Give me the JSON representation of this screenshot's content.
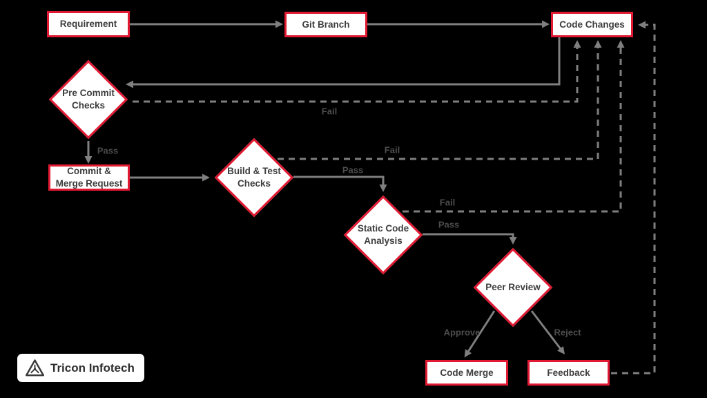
{
  "colors": {
    "background": "#000000",
    "node_border": "#e11932",
    "node_fill": "#ffffff",
    "node_text": "#3d3d3d",
    "connector": "#7f7f7f",
    "edge_label_text": "#4d4d4d",
    "logo_bg": "#ffffff",
    "logo_text": "#2e2e2e"
  },
  "nodes": {
    "requirement": {
      "label": "Requirement",
      "shape": "rectangle"
    },
    "git_branch": {
      "label": "Git Branch",
      "shape": "rectangle"
    },
    "code_changes": {
      "label": "Code Changes",
      "shape": "rectangle"
    },
    "pre_commit_checks": {
      "label": "Pre Commit Checks",
      "shape": "diamond"
    },
    "commit_merge_request": {
      "label": "Commit & Merge Request",
      "shape": "rectangle"
    },
    "build_test_checks": {
      "label": "Build & Test Checks",
      "shape": "diamond"
    },
    "static_code_analysis": {
      "label": "Static Code Analysis",
      "shape": "diamond"
    },
    "peer_review": {
      "label": "Peer Review",
      "shape": "diamond"
    },
    "code_merge": {
      "label": "Code Merge",
      "shape": "rectangle"
    },
    "feedback": {
      "label": "Feedback",
      "shape": "rectangle"
    }
  },
  "edge_labels": {
    "pass": "Pass",
    "fail": "Fail",
    "approve": "Approve",
    "reject": "Reject"
  },
  "logo": {
    "company": "Tricon Infotech"
  }
}
